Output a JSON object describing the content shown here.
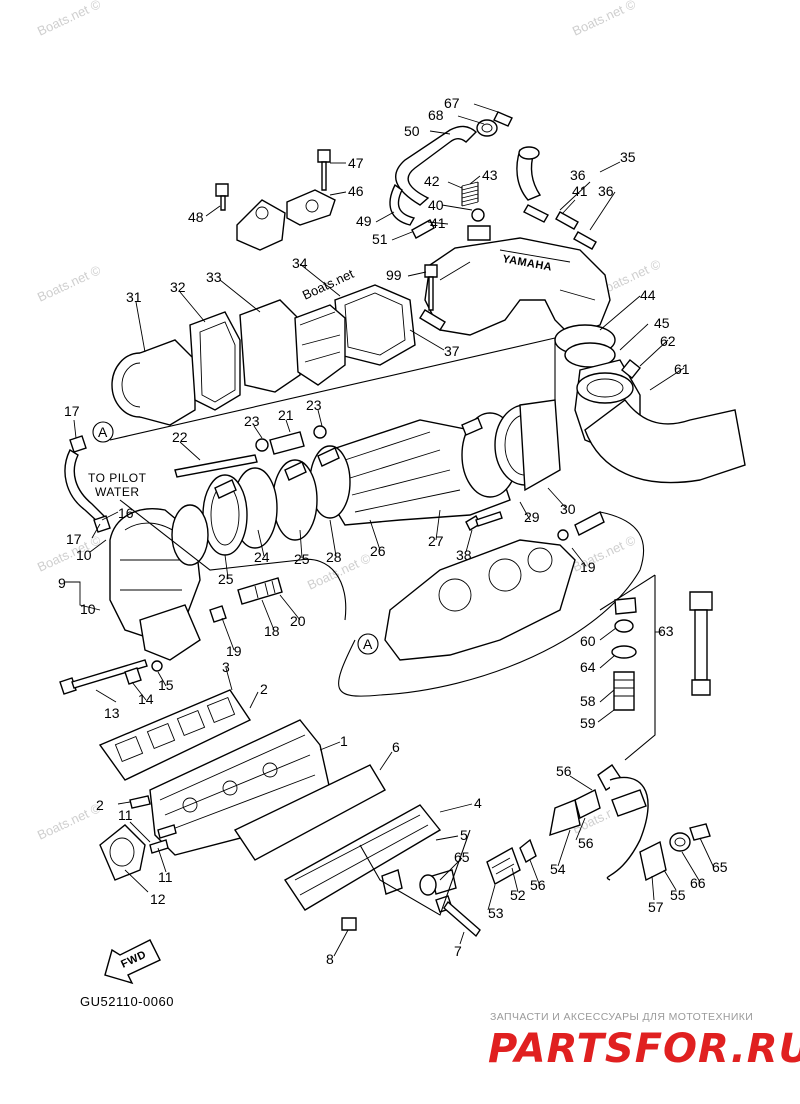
{
  "watermarks": [
    "Boats.net ©",
    "Boats.net ©",
    "Boats.net ©",
    "Boats.net ©",
    "Boats.net ©",
    "Boats.net ©",
    "Boats.net ©",
    "Boats.net ©",
    "Boats.net ©",
    "Boats.net"
  ],
  "callouts": [
    "67",
    "68",
    "50",
    "47",
    "46",
    "48",
    "43",
    "42",
    "40",
    "49",
    "41",
    "51",
    "36",
    "35",
    "36",
    "41",
    "99",
    "34",
    "33",
    "32",
    "31",
    "44",
    "45",
    "62",
    "61",
    "37",
    "17",
    "23",
    "21",
    "23",
    "22",
    "16",
    "17",
    "10",
    "9",
    "10",
    "30",
    "29",
    "27",
    "26",
    "28",
    "25",
    "24",
    "25",
    "20",
    "18",
    "19",
    "38",
    "19",
    "A",
    "A",
    "63",
    "60",
    "64",
    "58",
    "59",
    "3",
    "2",
    "13",
    "14",
    "15",
    "1",
    "6",
    "2",
    "11",
    "11",
    "12",
    "4",
    "5",
    "65",
    "53",
    "52",
    "56",
    "54",
    "56",
    "56",
    "55",
    "66",
    "65",
    "57",
    "8",
    "7"
  ],
  "note_to_pilot": "TO PILOT",
  "note_water": "WATER",
  "fwd_label": "FWD",
  "diagram_code": "GU52110-0060",
  "ad_tagline": "ЗАПЧАСТИ И АКСЕССУАРЫ ДЛЯ МОТОТЕХНИКИ",
  "ad_brand": "PARTSFOR.RU",
  "yamaha_label": "YAMAHA"
}
